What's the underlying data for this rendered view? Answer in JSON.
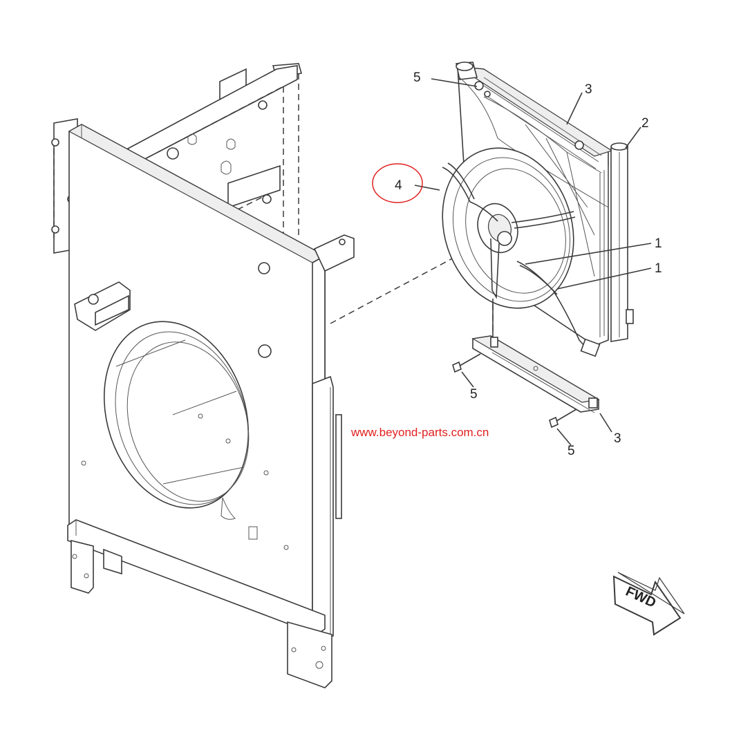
{
  "diagram": {
    "callouts": [
      {
        "id": "callout-5-top",
        "label": "5"
      },
      {
        "id": "callout-3-top",
        "label": "3"
      },
      {
        "id": "callout-2",
        "label": "2"
      },
      {
        "id": "callout-4",
        "label": "4"
      },
      {
        "id": "callout-1-upper",
        "label": "1"
      },
      {
        "id": "callout-1-lower",
        "label": "1"
      },
      {
        "id": "callout-5-mid",
        "label": "5"
      },
      {
        "id": "callout-3-bottom",
        "label": "3"
      },
      {
        "id": "callout-5-bottom",
        "label": "5"
      }
    ],
    "watermark": "www.beyond-parts.com.cn",
    "direction_arrow": "FWD",
    "highlight_color": "#e0201f",
    "line_color": "#3a3a3a"
  }
}
